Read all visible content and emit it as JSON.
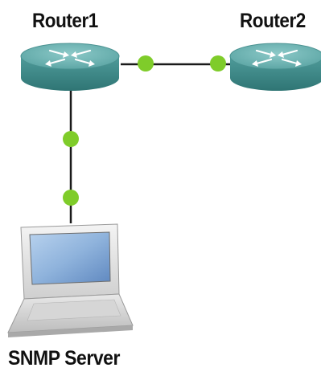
{
  "diagram": {
    "nodes": [
      {
        "id": "router1",
        "label": "Router1",
        "type": "router-icon"
      },
      {
        "id": "router2",
        "label": "Router2",
        "type": "router-icon"
      },
      {
        "id": "snmp-server",
        "label": "SNMP Server",
        "type": "laptop-icon"
      }
    ],
    "links": [
      {
        "from": "router1",
        "to": "router2"
      },
      {
        "from": "router1",
        "to": "snmp-server"
      }
    ],
    "colors": {
      "router_top": "#6fb4b3",
      "router_side": "#3f8a89",
      "link": "#1a1a1a",
      "port": "#7fcc2a",
      "screen": "#8fb3dc"
    }
  }
}
